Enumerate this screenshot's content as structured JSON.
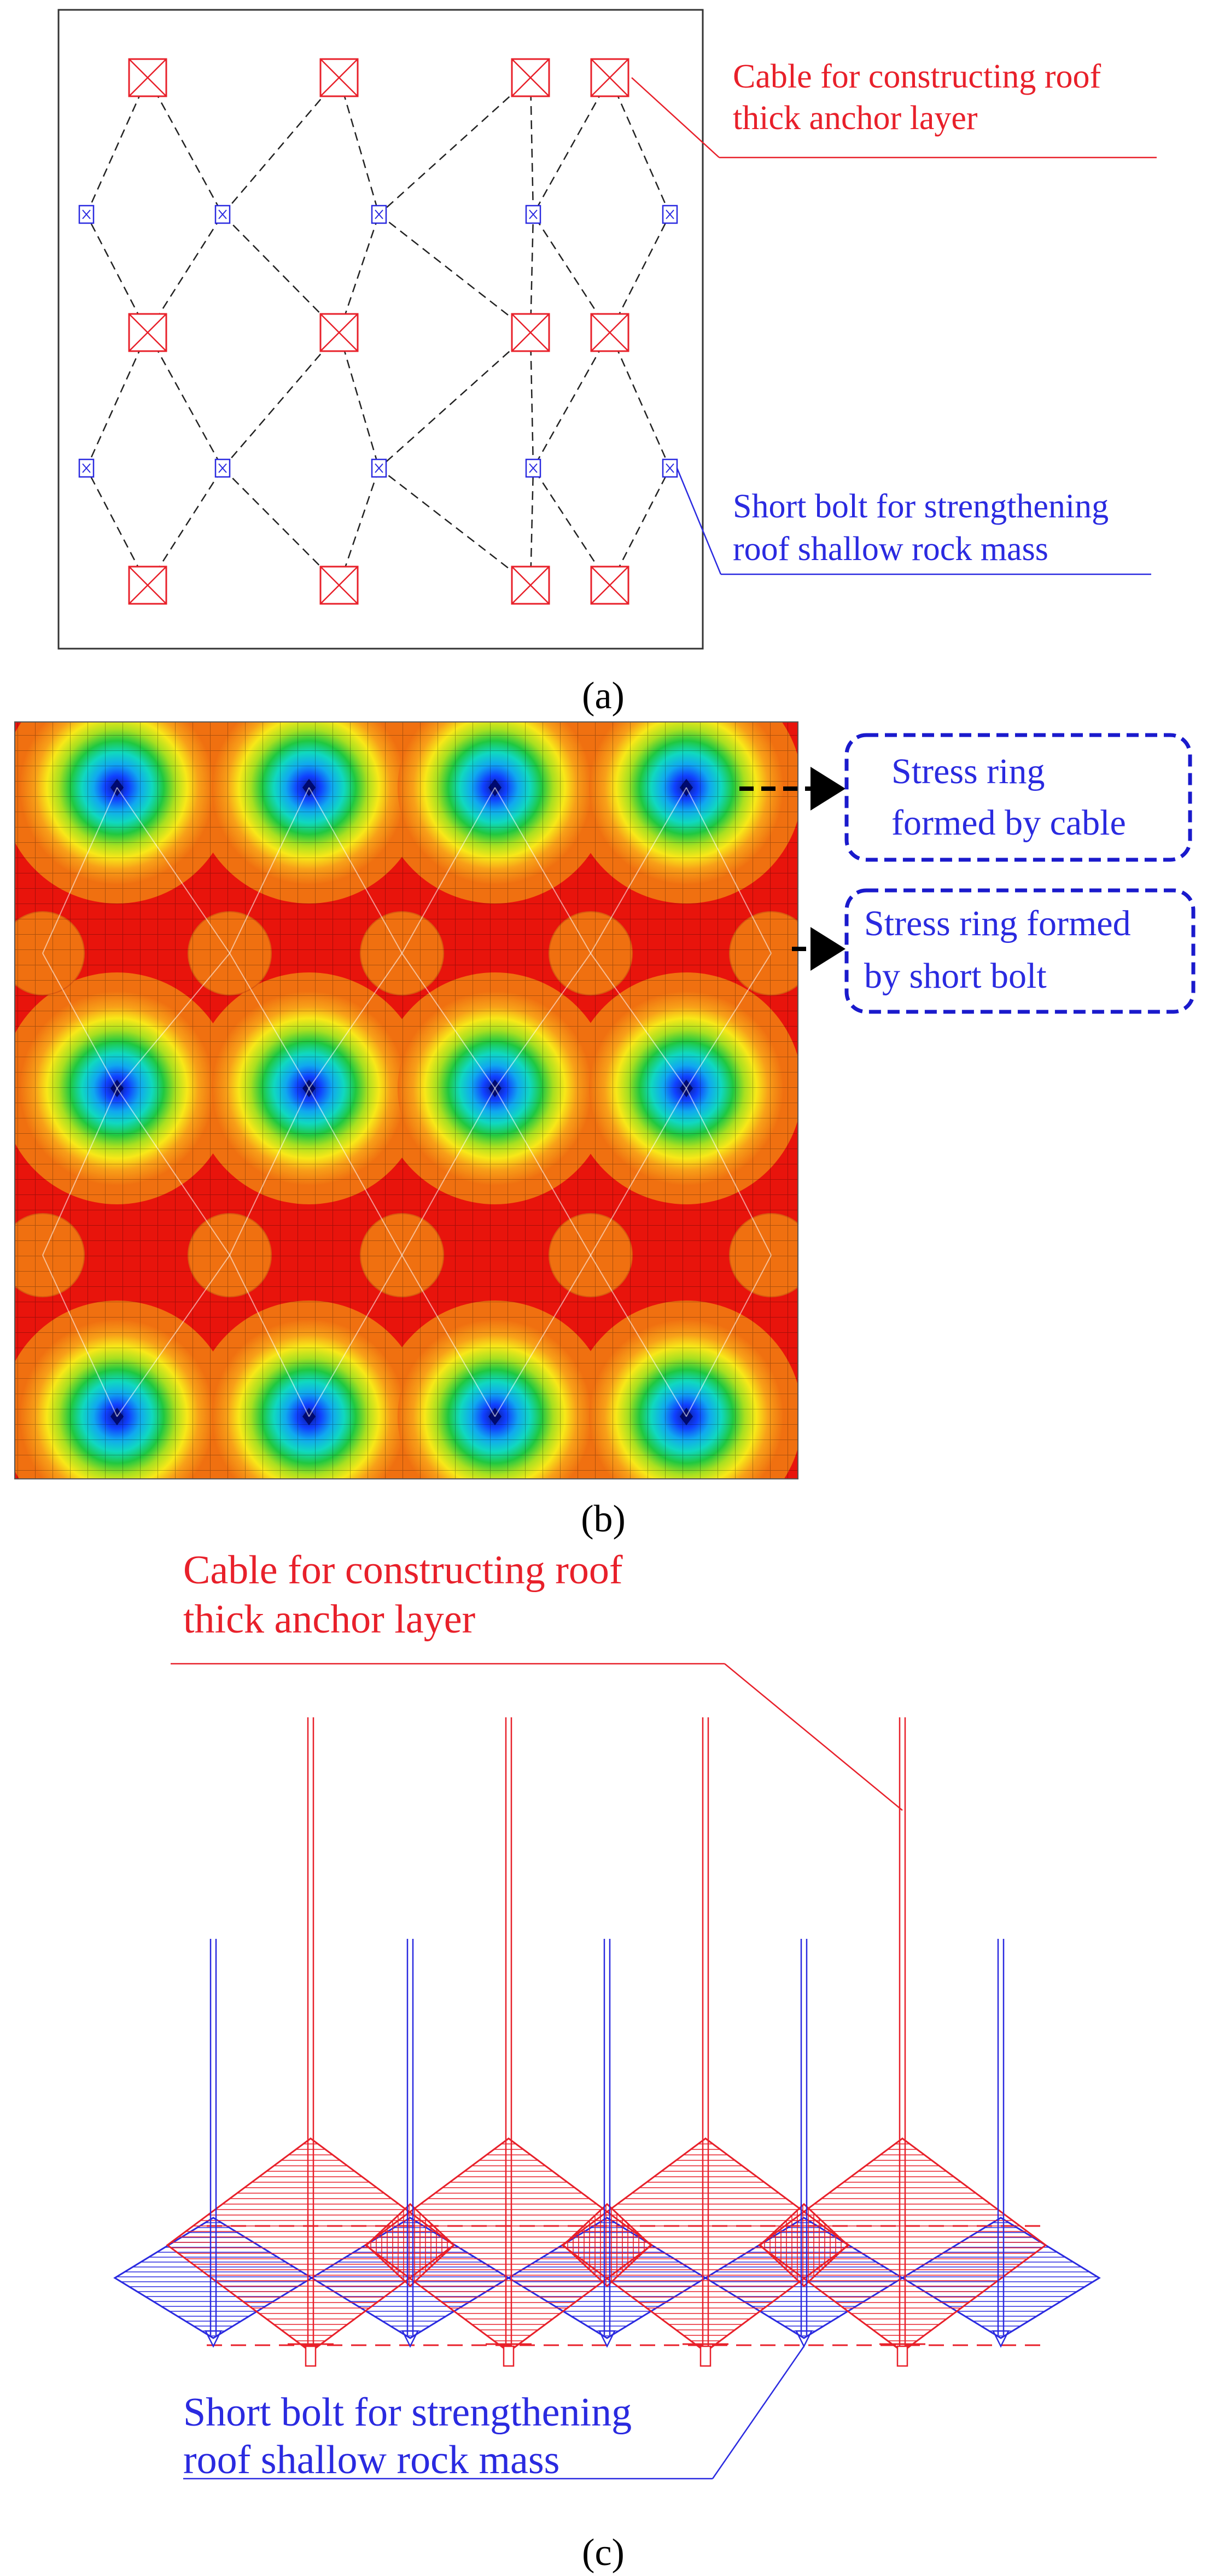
{
  "panel_a": {
    "caption": "(a)",
    "cable_label_line1": "Cable for constructing roof",
    "cable_label_line2": "thick anchor layer",
    "bolt_label_line1": "Short bolt for strengthening",
    "bolt_label_line2": "roof shallow rock mass"
  },
  "panel_b": {
    "caption": "(b)",
    "cable_ring_line1": "Stress ring",
    "cable_ring_line2": "formed by cable",
    "bolt_ring_line1": "Stress ring formed",
    "bolt_ring_line2": "by short bolt"
  },
  "panel_c": {
    "caption": "(c)",
    "cable_label_line1": "Cable for constructing roof",
    "cable_label_line2": "thick anchor layer",
    "bolt_label_line1": "Short bolt for strengthening",
    "bolt_label_line2": "roof shallow rock mass"
  },
  "colors": {
    "cable": "#e8202a",
    "bolt": "#2a2ae0",
    "field_red": "#e8140c",
    "field_orange": "#f07010",
    "callout_border": "#1a1acc"
  }
}
